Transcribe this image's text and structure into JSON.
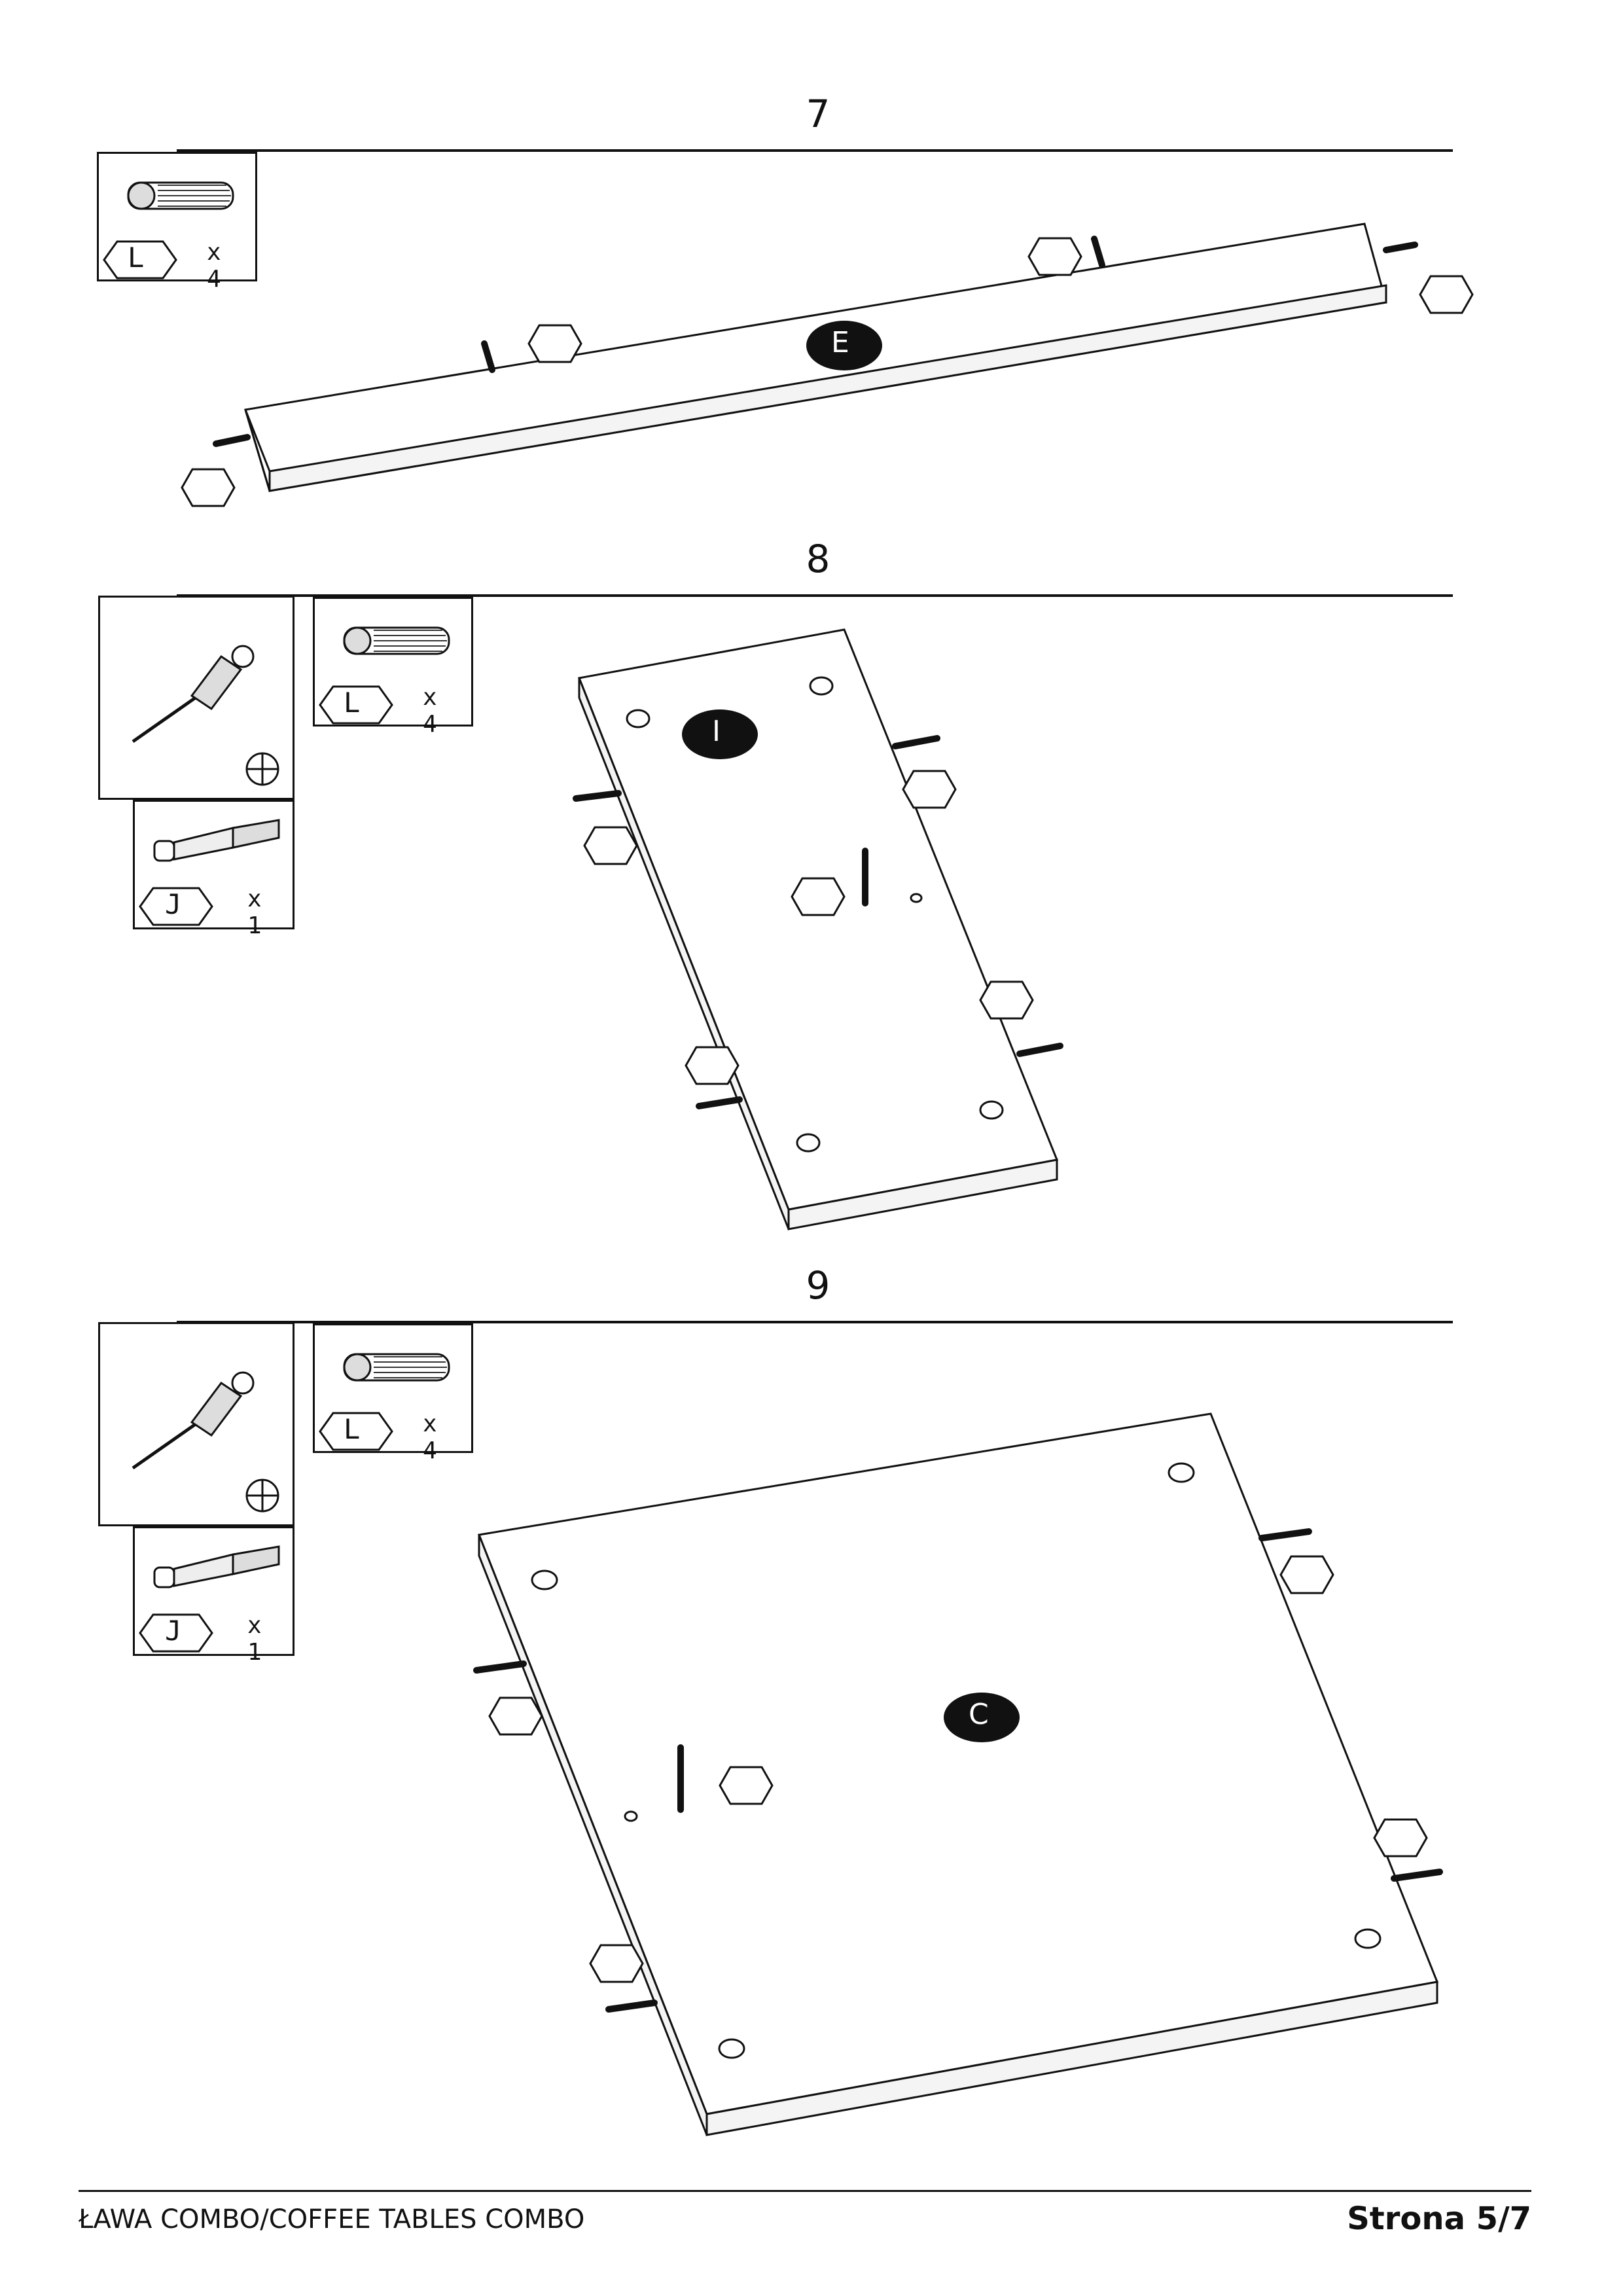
{
  "steps": [
    {
      "number": "7",
      "parts": [
        {
          "code": "L",
          "qty": "x 4"
        }
      ],
      "panel": "E"
    },
    {
      "number": "8",
      "parts": [
        {
          "code": "L",
          "qty": "x 4"
        },
        {
          "code": "J",
          "qty": "x 1"
        }
      ],
      "panel": "I"
    },
    {
      "number": "9",
      "parts": [
        {
          "code": "L",
          "qty": "x 4"
        },
        {
          "code": "J",
          "qty": "x 1"
        }
      ],
      "panel": "C"
    }
  ],
  "footer": {
    "title": "ŁAWA COMBO/COFFEE TABLES COMBO",
    "page": "Strona 5/7"
  },
  "icons": [
    "dowel-icon",
    "screwdriver-icon",
    "phillips-cross-icon",
    "cam-bolt-icon",
    "hex-label-icon"
  ]
}
